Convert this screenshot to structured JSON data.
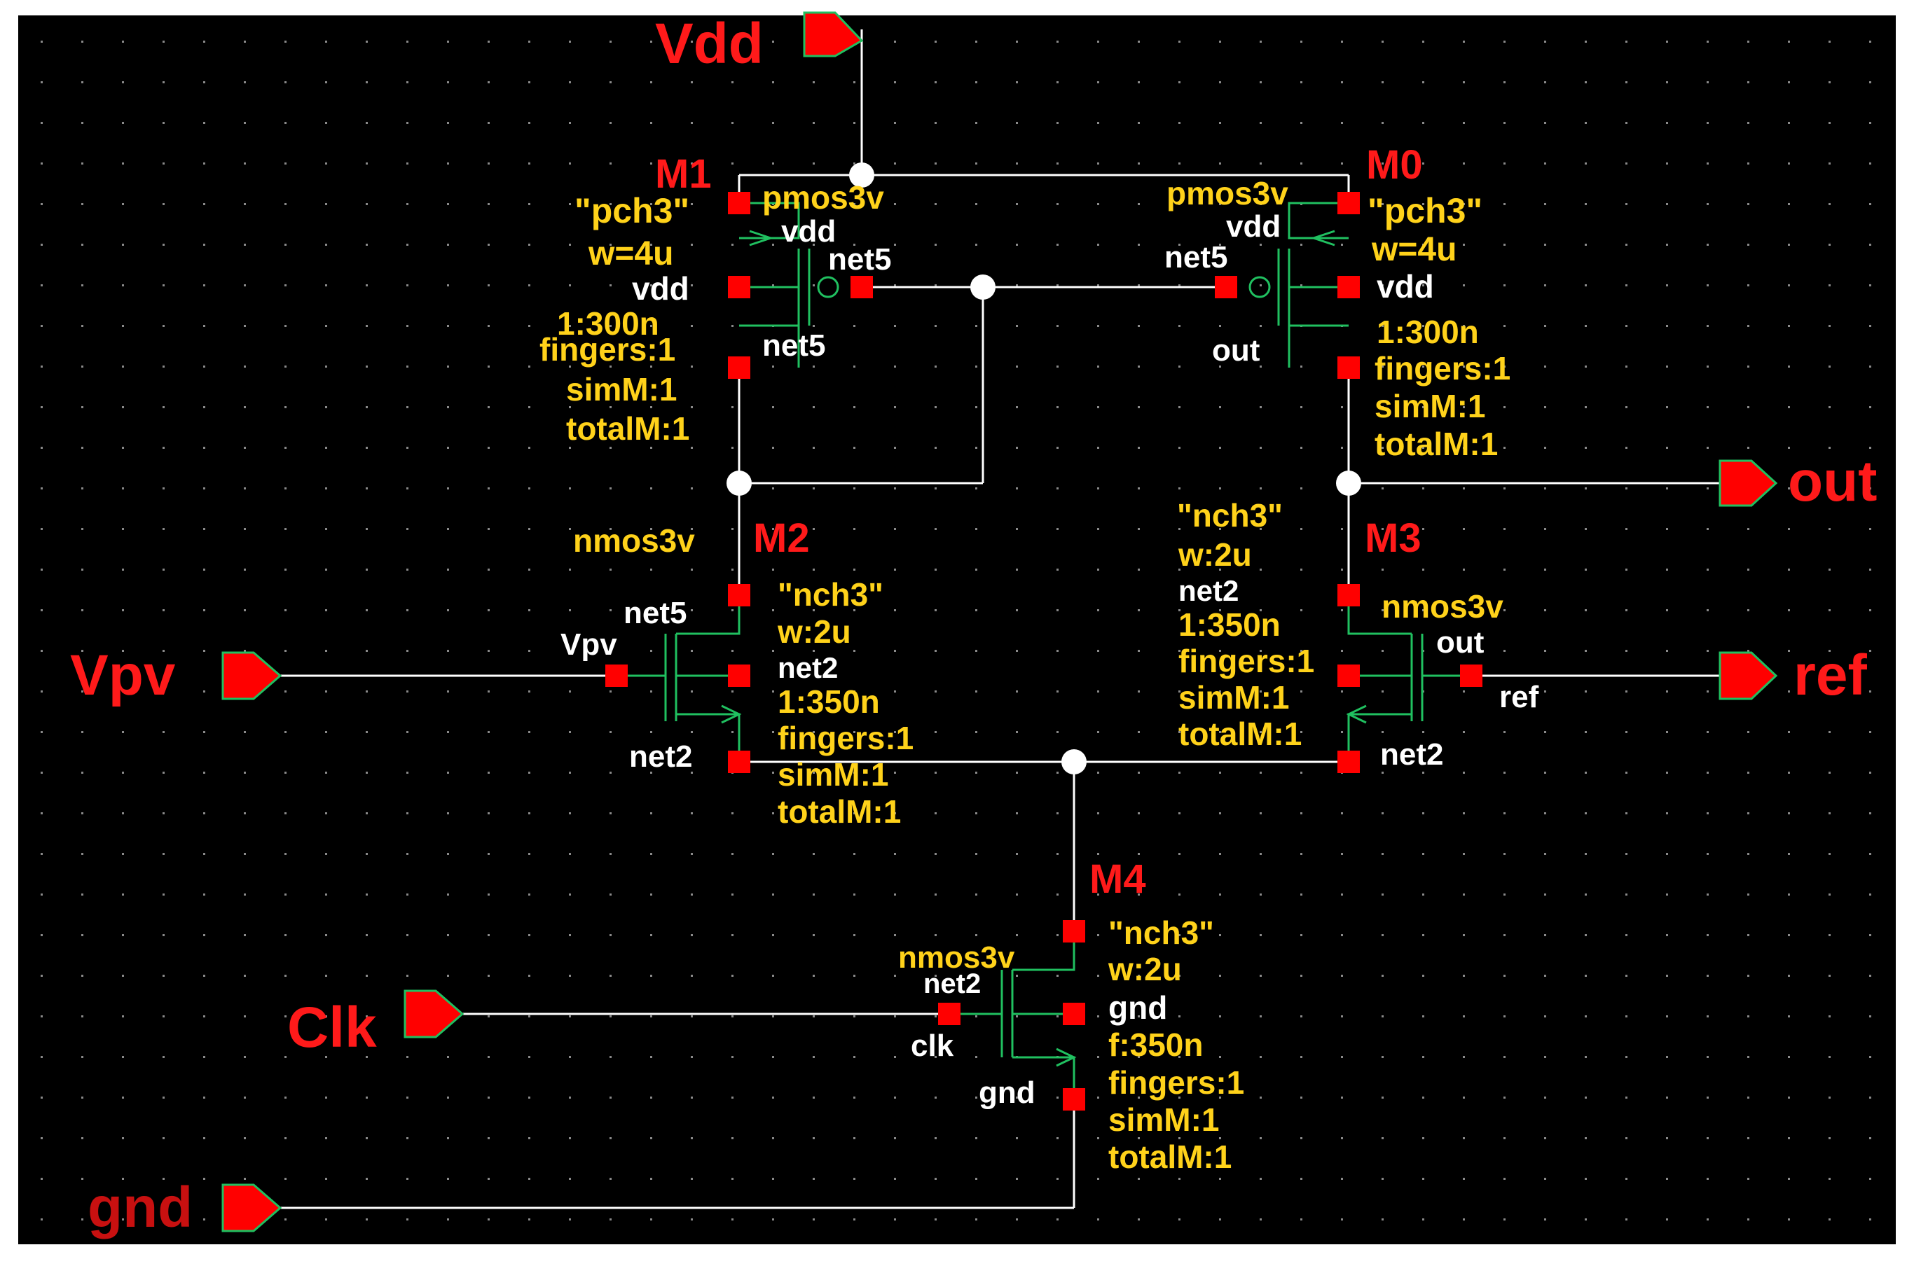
{
  "colors": {
    "background": "#000000",
    "frame": "#ffffff",
    "wire": "#ffffff",
    "pin": "#ff0000",
    "symbol": "#20c060",
    "instance_label": "#ff1a1a",
    "params": "#ffd21a",
    "net_label": "#ffffff",
    "port": "#ff0000"
  },
  "ports": [
    {
      "label": "Vdd",
      "icon": "output-pin-icon"
    },
    {
      "label": "out",
      "icon": "output-pin-icon"
    },
    {
      "label": "Vpv",
      "icon": "input-pin-icon"
    },
    {
      "label": "ref",
      "icon": "input-pin-icon"
    },
    {
      "label": "Clk",
      "icon": "input-pin-icon"
    },
    {
      "label": "gnd",
      "icon": "input-pin-icon"
    }
  ],
  "transistors": {
    "M1": {
      "name": "M1",
      "cell": "pmos3v",
      "model": "\"pch3\"",
      "width": "w=4u",
      "length": "1:300n",
      "fingers": "fingers:1",
      "simM": "simM:1",
      "totalM": "totalM:1",
      "gate_net": "net5",
      "gate_net2": "net5",
      "drain_net": "net5",
      "bulk_net": "vdd",
      "source_net": "vdd"
    },
    "M0": {
      "name": "M0",
      "cell": "pmos3v",
      "model": "\"pch3\"",
      "width": "w=4u",
      "length": "1:300n",
      "fingers": "fingers:1",
      "simM": "simM:1",
      "totalM": "totalM:1",
      "gate_net": "net5",
      "drain_net": "out",
      "bulk_net": "vdd",
      "source_net": "vdd"
    },
    "M2": {
      "name": "M2",
      "cell": "nmos3v",
      "model": "\"nch3\"",
      "width": "w:2u",
      "length": "1:350n",
      "fingers": "fingers:1",
      "simM": "simM:1",
      "totalM": "totalM:1",
      "gate_net": "Vpv",
      "drain_net": "net5",
      "bulk_net": "net2",
      "source_net": "net2"
    },
    "M3": {
      "name": "M3",
      "cell": "nmos3v",
      "model": "\"nch3\"",
      "width": "w:2u",
      "length": "1:350n",
      "fingers": "fingers:1",
      "simM": "simM:1",
      "totalM": "totalM:1",
      "gate_net": "ref",
      "drain_net": "out",
      "bulk_net": "net2",
      "source_net": "net2"
    },
    "M4": {
      "name": "M4",
      "cell": "nmos3v",
      "model": "\"nch3\"",
      "width": "w:2u",
      "length": "f:350n",
      "fingers": "fingers:1",
      "simM": "simM:1",
      "totalM": "totalM:1",
      "gate_net": "clk",
      "drain_net": "net2",
      "bulk_net": "gnd",
      "source_net": "gnd"
    }
  }
}
